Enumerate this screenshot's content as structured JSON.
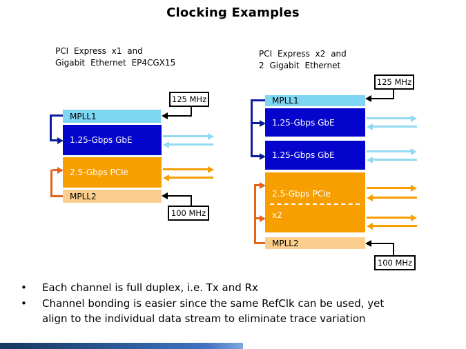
{
  "title": "Clocking Examples",
  "left_diagram": {
    "caption_line1": "PCI Express x1 and",
    "caption_line2": "Gigabit Ethernet EP4CGX15",
    "mpll1_label": "MPLL1",
    "gbe_label": "1.25-Gbps GbE",
    "pcie_label": "2.5-Gbps PCIe",
    "mpll2_label": "MPLL2",
    "clock_top_label": "125 MHz",
    "clock_bottom_label": "100 MHz"
  },
  "right_diagram": {
    "caption_line1": "PCI Express x2 and",
    "caption_line2": "2 Gigabit Ethernet",
    "mpll1_label": "MPLL1",
    "gbe1_label": "1.25-Gbps GbE",
    "gbe2_label": "1.25-Gbps GbE",
    "pcie_label": "2.5-Gbps PCIe",
    "pcie_x2_label": "x2",
    "mpll2_label": "MPLL2",
    "clock_top_label": "125 MHz",
    "clock_bottom_label": "100 MHz"
  },
  "bullets": [
    "Each channel is full duplex, i.e. Tx and Rx",
    "Channel bonding is easier since the same RefClk can be used, yet align to the individual data stream to eliminate trace variation"
  ],
  "colors": {
    "box_light_blue": "#7ED6F2",
    "box_dark_blue": "#0404CC",
    "box_orange": "#F79E00",
    "box_peach": "#FBCE8E",
    "connector_blue": "#0A1E9C",
    "connector_orange": "#E2641C",
    "arrow_light_blue": "#92D9F2",
    "arrow_orange": "#F79E00",
    "clock_line_black": "#000000",
    "footer_gradient_start": "#17375E",
    "footer_gradient_end": "#4472C4"
  }
}
